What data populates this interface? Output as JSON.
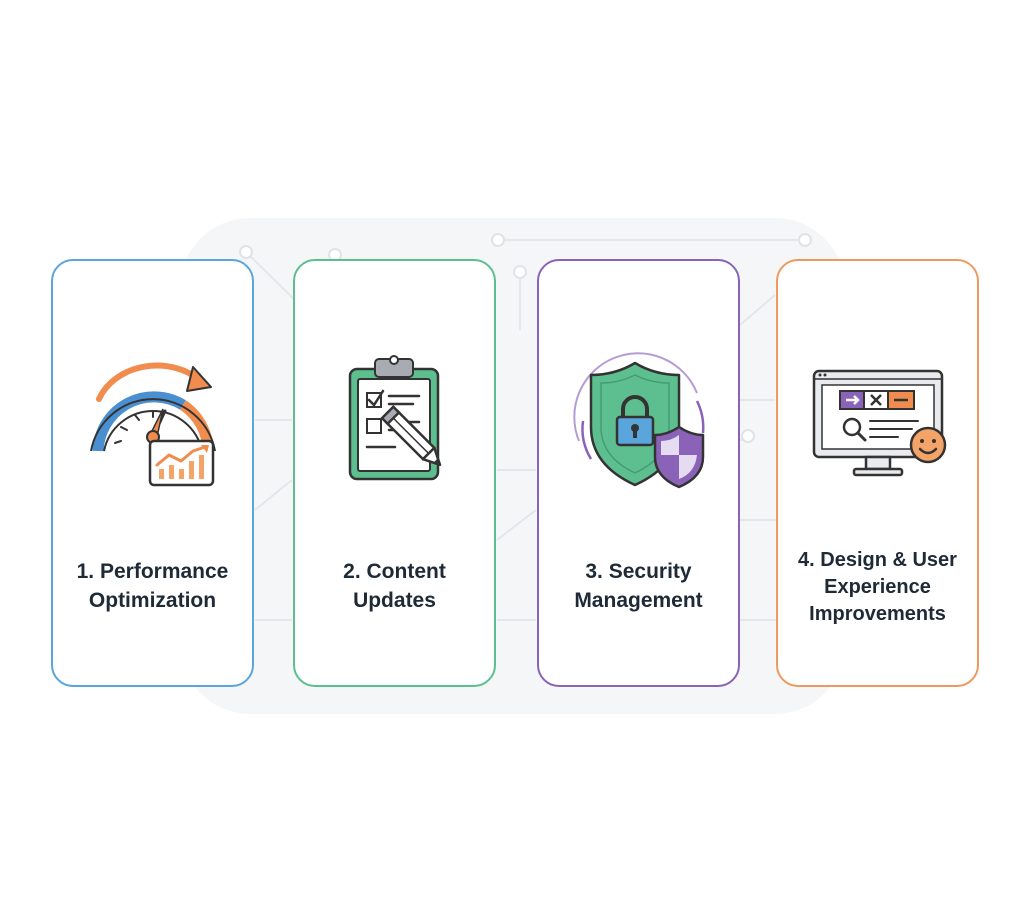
{
  "steps": [
    {
      "title": "1. Performance Optimization",
      "icon": "speedometer-chart-icon",
      "border_color": "#5aa5dc"
    },
    {
      "title": "2. Content Updates",
      "icon": "clipboard-checklist-icon",
      "border_color": "#5dbf8f"
    },
    {
      "title": "3. Security Management",
      "icon": "shield-lock-icon",
      "border_color": "#8a62b8"
    },
    {
      "title": "4. Design & User Experience Improvements",
      "icon": "monitor-smiley-icon",
      "border_color": "#ee9a5e"
    }
  ]
}
